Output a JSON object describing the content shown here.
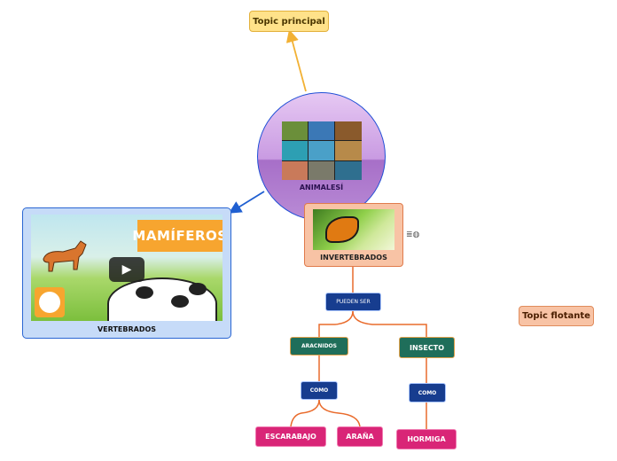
{
  "topic_principal": "Topic principal",
  "topic_flotante": "Topic flotante",
  "center": {
    "label": "ANIMALESÍ"
  },
  "vertebrados": {
    "label": "VERTEBRADOS",
    "banner": "MAMÍFEROS"
  },
  "invertebrados": {
    "label": "INVERTEBRADOS"
  },
  "pueden_ser": "PUEDEN SER",
  "aracnidos": "ARACNIDOS",
  "insecto": "INSECTO",
  "como_left": "COMO",
  "como_right": "COMO",
  "escarabajo": "ESCARABAJO",
  "arana": "ARAÑA",
  "hormiga": "HORMIGA",
  "colors": {
    "link_orange": "#e96b2c",
    "link_yellow": "#f2b134",
    "link_blue": "#1f5fd1"
  }
}
